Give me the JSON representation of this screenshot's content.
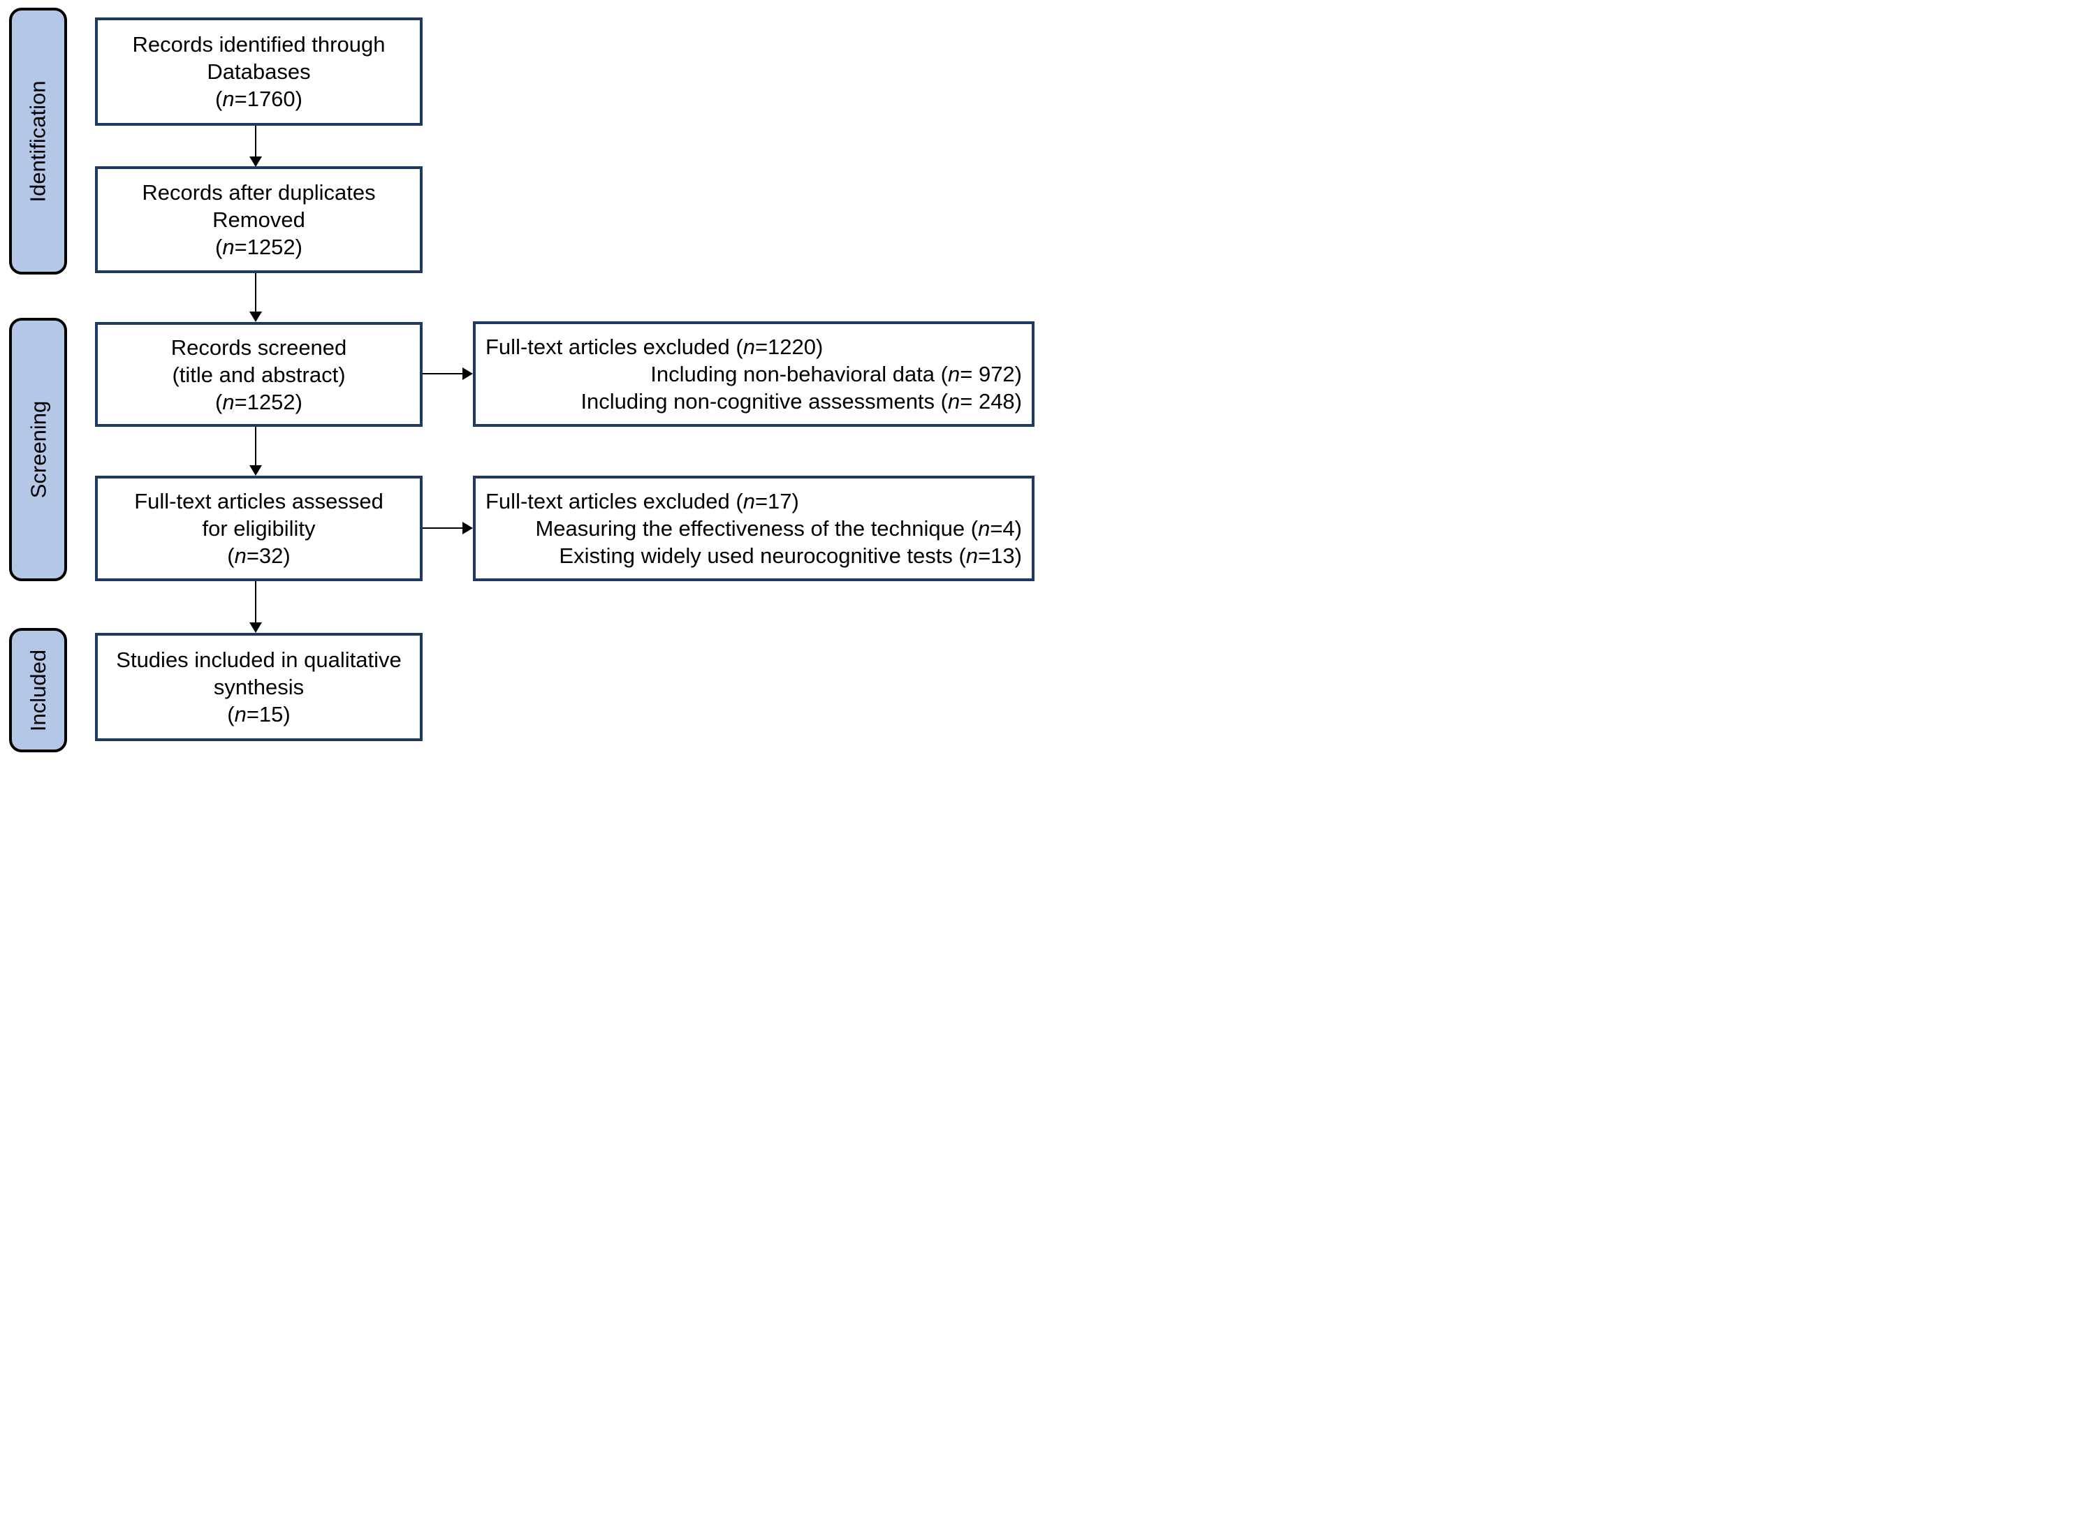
{
  "palette": {
    "box_border": "#1f3864",
    "stage_fill": "#b4c7e7",
    "stage_border": "#000000",
    "arrow": "#000000",
    "text": "#000000",
    "background": "#ffffff"
  },
  "stages": [
    {
      "id": "identification",
      "label": "Identification"
    },
    {
      "id": "screening",
      "label": "Screening"
    },
    {
      "id": "included",
      "label": "Included"
    }
  ],
  "flow_boxes": [
    {
      "id": "records-identified",
      "lines": [
        "Records identified through",
        "Databases",
        "(n=1760)"
      ]
    },
    {
      "id": "records-after-duplicates",
      "lines": [
        "Records after duplicates",
        "Removed",
        "(n=1252)"
      ]
    },
    {
      "id": "records-screened",
      "lines": [
        "Records screened",
        "(title and abstract)",
        "(n=1252)"
      ]
    },
    {
      "id": "fulltext-assessed",
      "lines": [
        "Full-text articles assessed",
        "for eligibility",
        "(n=32)"
      ]
    },
    {
      "id": "studies-included",
      "lines": [
        "Studies included in qualitative",
        "synthesis",
        "(n=15)"
      ]
    }
  ],
  "exclusion_boxes": [
    {
      "id": "excluded-at-screening",
      "lines": [
        "Full-text articles excluded (n=1220)",
        "Including non-behavioral data (n= 972)",
        "Including non-cognitive assessments (n= 248)"
      ]
    },
    {
      "id": "excluded-at-fulltext",
      "lines": [
        "Full-text articles excluded (n=17)",
        "Measuring the effectiveness of the technique (n=4)",
        "Existing widely used neurocognitive tests (n=13)"
      ]
    }
  ]
}
